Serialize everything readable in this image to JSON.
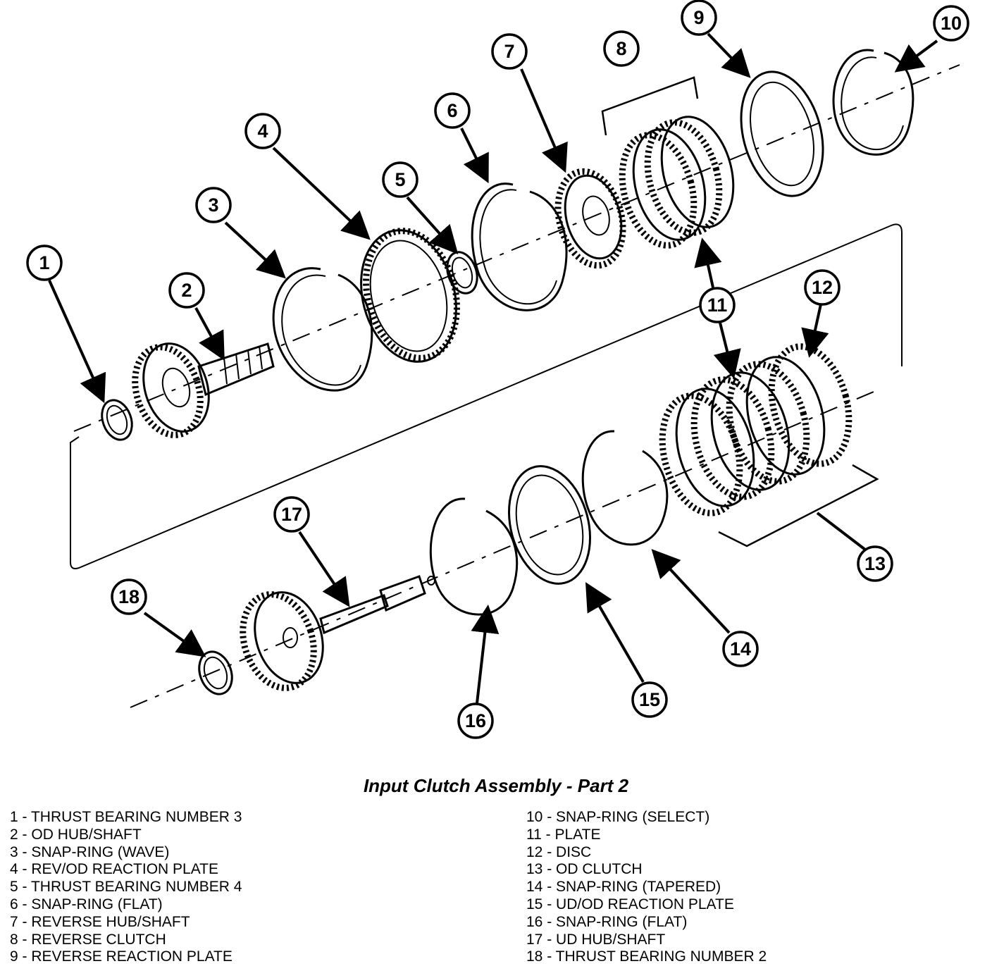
{
  "caption": "Input Clutch Assembly - Part 2",
  "callouts": [
    "1",
    "2",
    "3",
    "4",
    "5",
    "6",
    "7",
    "8",
    "9",
    "10",
    "11",
    "12",
    "13",
    "14",
    "15",
    "16",
    "17",
    "18"
  ],
  "legend": [
    {
      "num": "1",
      "text": "THRUST BEARING NUMBER 3"
    },
    {
      "num": "2",
      "text": "OD HUB/SHAFT"
    },
    {
      "num": "3",
      "text": "SNAP-RING (WAVE)"
    },
    {
      "num": "4",
      "text": "REV/OD REACTION PLATE"
    },
    {
      "num": "5",
      "text": "THRUST BEARING NUMBER 4"
    },
    {
      "num": "6",
      "text": "SNAP-RING (FLAT)"
    },
    {
      "num": "7",
      "text": "REVERSE HUB/SHAFT"
    },
    {
      "num": "8",
      "text": "REVERSE CLUTCH"
    },
    {
      "num": "9",
      "text": "REVERSE REACTION PLATE"
    },
    {
      "num": "10",
      "text": "SNAP-RING (SELECT)"
    },
    {
      "num": "11",
      "text": "PLATE"
    },
    {
      "num": "12",
      "text": "DISC"
    },
    {
      "num": "13",
      "text": "OD CLUTCH"
    },
    {
      "num": "14",
      "text": "SNAP-RING (TAPERED)"
    },
    {
      "num": "15",
      "text": "UD/OD REACTION PLATE"
    },
    {
      "num": "16",
      "text": "SNAP-RING (FLAT)"
    },
    {
      "num": "17",
      "text": "UD HUB/SHAFT"
    },
    {
      "num": "18",
      "text": "THRUST BEARING NUMBER 2"
    }
  ]
}
